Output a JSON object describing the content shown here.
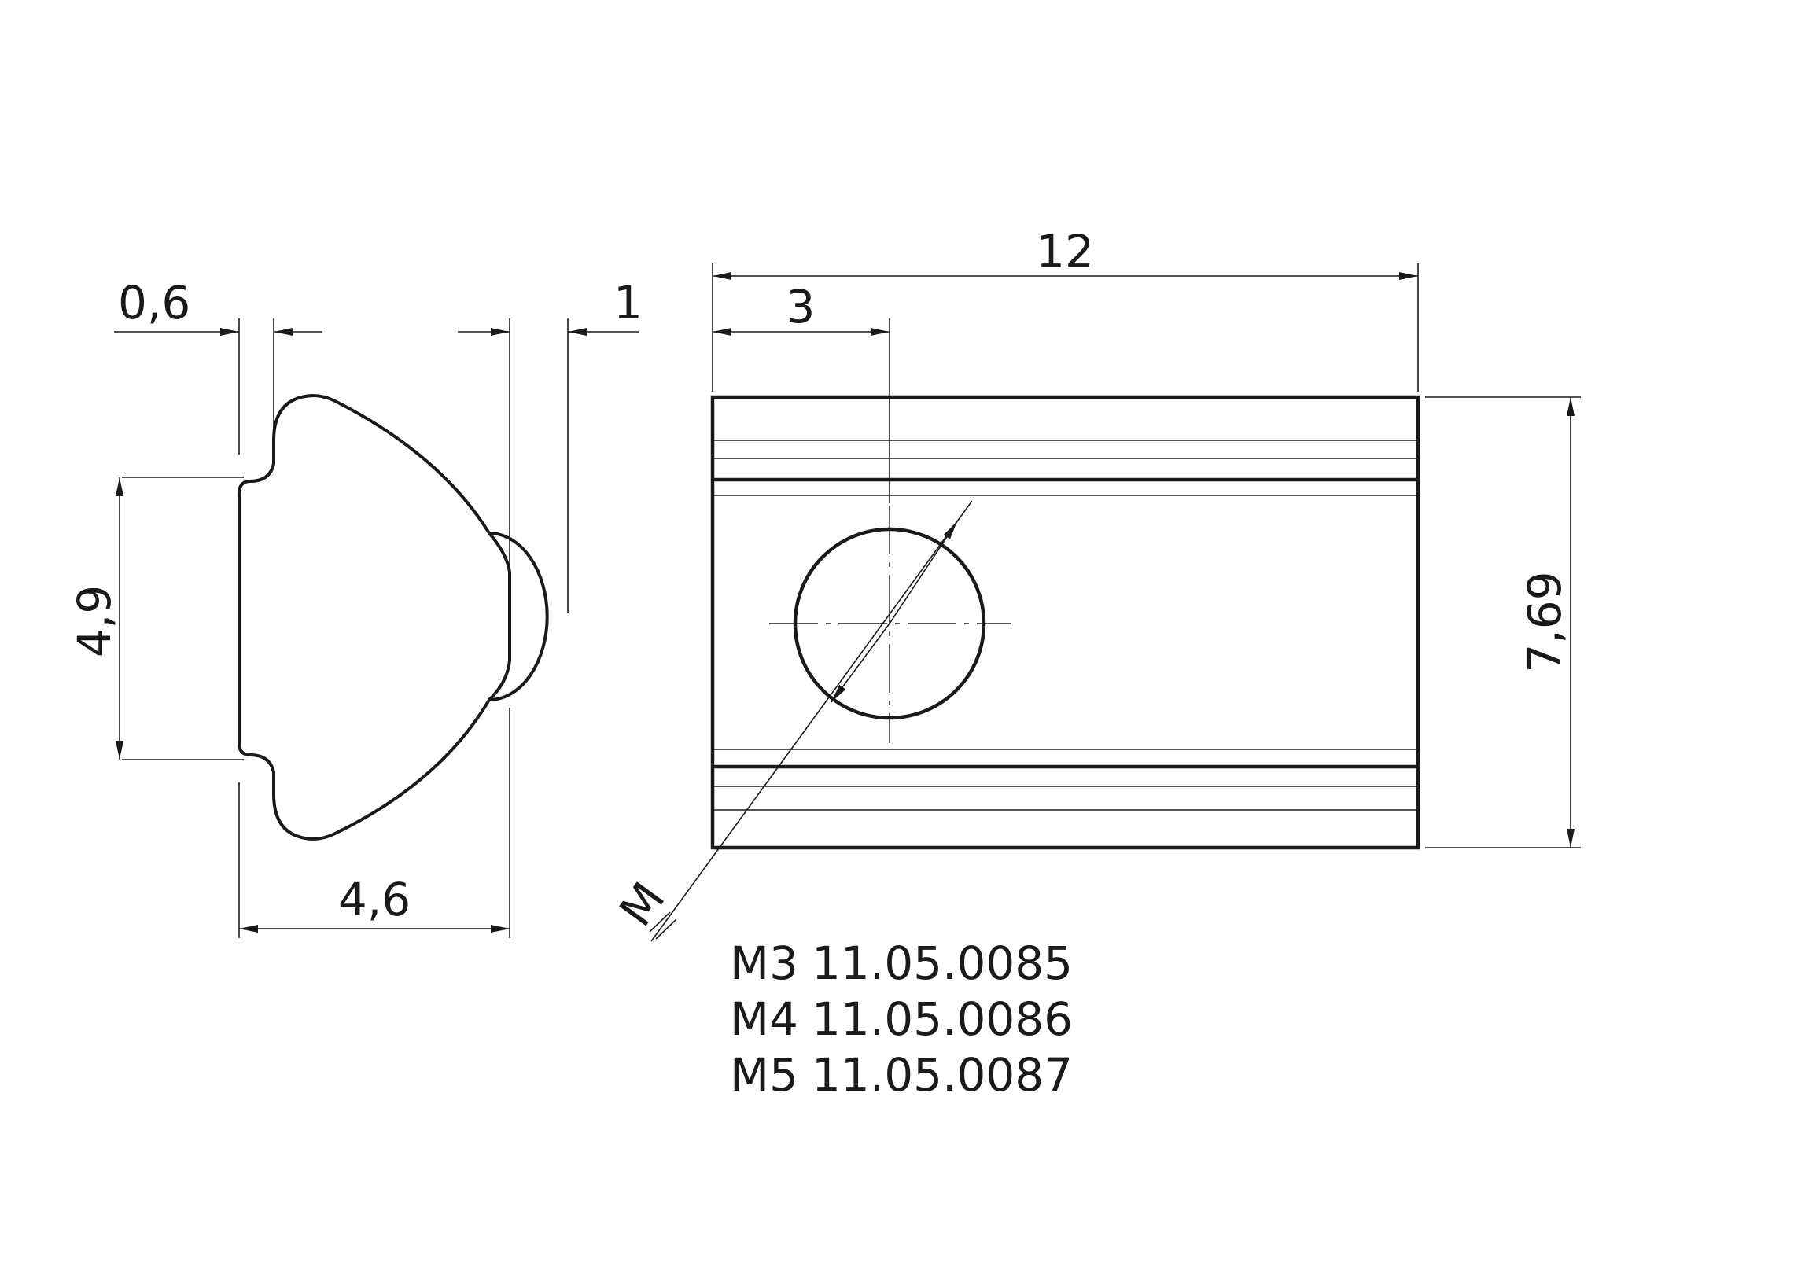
{
  "dimensions": {
    "slot_width": "0,6",
    "nose_offset": "1",
    "flank_height": "4,9",
    "profile_width": "4,6",
    "overall_length": "12",
    "hole_position": "3",
    "overall_height": "7,69",
    "thread_label": "M"
  },
  "variants": [
    {
      "thread": "M3",
      "article": "11.05.0085"
    },
    {
      "thread": "M4",
      "article": "11.05.0086"
    },
    {
      "thread": "M5",
      "article": "11.05.0087"
    }
  ]
}
